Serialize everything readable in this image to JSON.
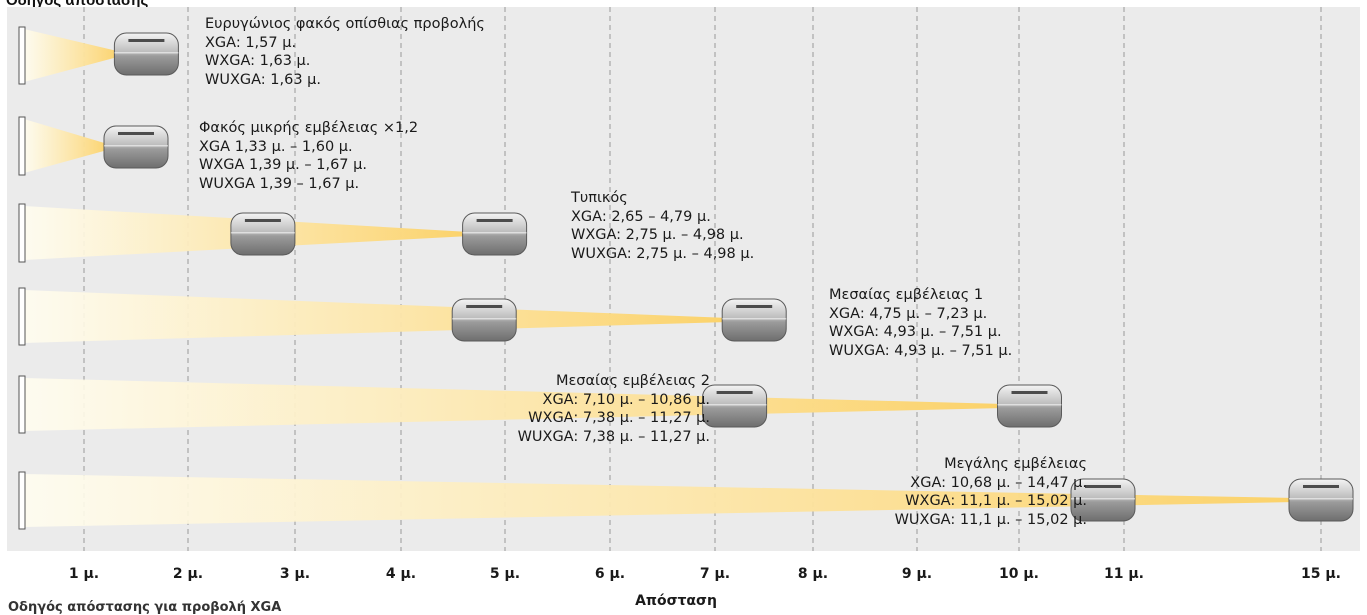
{
  "header": "Οδηγός απόστασης",
  "colors": {
    "beam": "#fbd26a",
    "panel": "#ebebeb",
    "grid": "#9a9a9a"
  },
  "x_axis": {
    "title": "Απόσταση",
    "ticks": [
      {
        "value": 1,
        "label": "1 μ."
      },
      {
        "value": 2,
        "label": "2 μ."
      },
      {
        "value": 3,
        "label": "3 μ."
      },
      {
        "value": 4,
        "label": "4 μ."
      },
      {
        "value": 5,
        "label": "5 μ."
      },
      {
        "value": 6,
        "label": "6 μ."
      },
      {
        "value": 7,
        "label": "7 μ."
      },
      {
        "value": 8,
        "label": "8 μ."
      },
      {
        "value": 9,
        "label": "9 μ."
      },
      {
        "value": 10,
        "label": "10 μ."
      },
      {
        "value": 11,
        "label": "11 μ."
      },
      {
        "value": 15,
        "label": "15 μ."
      }
    ]
  },
  "lenses": [
    {
      "name": "Ευρυγώνιος φακός οπίσθιας προβολής",
      "lines": [
        "XGA: 1,57 μ.",
        "WXGA: 1,63 μ.",
        "WUXGA: 1,63 μ."
      ],
      "min_m": 1.6,
      "max_m": null
    },
    {
      "name": "Φακός μικρής εμβέλειας ×1,2",
      "lines": [
        "XGA 1,33 μ. – 1,60 μ.",
        "WXGA 1,39 μ. – 1,67 μ.",
        "WUXGA 1,39 – 1,67 μ."
      ],
      "min_m": 1.5,
      "max_m": null
    },
    {
      "name": "Τυπικός",
      "lines": [
        "XGA: 2,65 – 4,79 μ.",
        "WXGA: 2,75 μ. – 4,98 μ.",
        "WUXGA: 2,75 μ. – 4,98 μ."
      ],
      "min_m": 2.7,
      "max_m": 4.9
    },
    {
      "name": "Μεσαίας εμβέλειας 1",
      "lines": [
        "XGA: 4,75 μ. – 7,23 μ.",
        "WXGA: 4,93 μ. – 7,51 μ.",
        "WUXGA: 4,93 μ. – 7,51 μ."
      ],
      "min_m": 4.8,
      "max_m": 7.4
    },
    {
      "name": "Μεσαίας εμβέλειας 2",
      "lines": [
        "XGA: 7,10 μ. – 10,86 μ.",
        "WXGA: 7,38 μ. – 11,27 μ.",
        "WUXGA: 7,38 μ. – 11,27 μ."
      ],
      "min_m": 7.2,
      "max_m": 10.1
    },
    {
      "name": "Μεγάλης εμβέλειας",
      "lines": [
        "XGA: 10,68 μ. – 14,47 μ.",
        "WXGA: 11,1 μ. – 15,02 μ.",
        "WUXGA: 11,1 μ. – 15,02 μ."
      ],
      "min_m": 10.8,
      "max_m": 15.0
    }
  ],
  "footnote": "Οδηγός απόστασης για προβολή XGA"
}
